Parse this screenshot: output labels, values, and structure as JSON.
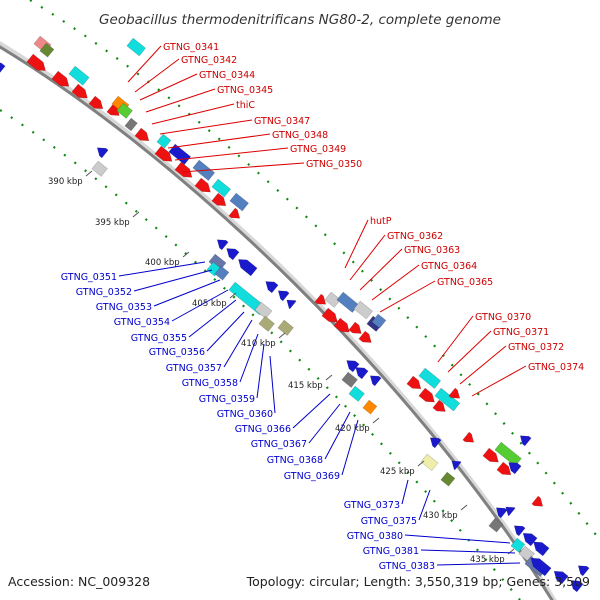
{
  "title": "Geobacillus thermodenitrificans NG80-2, complete genome",
  "footer": {
    "accession": "Accession: NC_009328",
    "summary": "Topology: circular; Length: 3,550,319 bp; Genes: 3,509"
  },
  "colors": {
    "forward": "#ee1111",
    "reverse": "#1a1acc",
    "leader_forward": "#cc0000",
    "leader_reverse": "#0000cc",
    "backbone": "#808080",
    "dots": "#118811",
    "cyan": "#11dddd",
    "steelblue": "#5580c0",
    "gray": "#777777",
    "lightgray": "#cccccc",
    "olive": "#aaaa77",
    "orange": "#ff8800",
    "green": "#55cc33",
    "pink": "#ee8888",
    "darkolive": "#668833",
    "navy": "#333388",
    "khaki": "#eeeeaa",
    "slate": "#6677aa"
  },
  "ticks": [
    {
      "label": "390 kbp"
    },
    {
      "label": "395 kbp"
    },
    {
      "label": "400 kbp"
    },
    {
      "label": "405 kbp"
    },
    {
      "label": "410 kbp"
    },
    {
      "label": "415 kbp"
    },
    {
      "label": "420 kbp"
    },
    {
      "label": "425 kbp"
    },
    {
      "label": "430 kbp"
    },
    {
      "label": "435 kbp"
    }
  ],
  "labels_forward": [
    {
      "name": "GTNG_0341"
    },
    {
      "name": "GTNG_0342"
    },
    {
      "name": "GTNG_0344"
    },
    {
      "name": "GTNG_0345"
    },
    {
      "name": "thiC"
    },
    {
      "name": "GTNG_0347"
    },
    {
      "name": "GTNG_0348"
    },
    {
      "name": "GTNG_0349"
    },
    {
      "name": "GTNG_0350"
    },
    {
      "name": "hutP"
    },
    {
      "name": "GTNG_0362"
    },
    {
      "name": "GTNG_0363"
    },
    {
      "name": "GTNG_0364"
    },
    {
      "name": "GTNG_0365"
    },
    {
      "name": "GTNG_0370"
    },
    {
      "name": "GTNG_0371"
    },
    {
      "name": "GTNG_0372"
    },
    {
      "name": "GTNG_0374"
    }
  ],
  "labels_reverse": [
    {
      "name": "GTNG_0351"
    },
    {
      "name": "GTNG_0352"
    },
    {
      "name": "GTNG_0353"
    },
    {
      "name": "GTNG_0354"
    },
    {
      "name": "GTNG_0355"
    },
    {
      "name": "GTNG_0356"
    },
    {
      "name": "GTNG_0357"
    },
    {
      "name": "GTNG_0358"
    },
    {
      "name": "GTNG_0359"
    },
    {
      "name": "GTNG_0360"
    },
    {
      "name": "GTNG_0366"
    },
    {
      "name": "GTNG_0367"
    },
    {
      "name": "GTNG_0368"
    },
    {
      "name": "GTNG_0369"
    },
    {
      "name": "GTNG_0373"
    },
    {
      "name": "GTNG_0375"
    },
    {
      "name": "GTNG_0380"
    },
    {
      "name": "GTNG_0381"
    },
    {
      "name": "GTNG_0383"
    }
  ]
}
